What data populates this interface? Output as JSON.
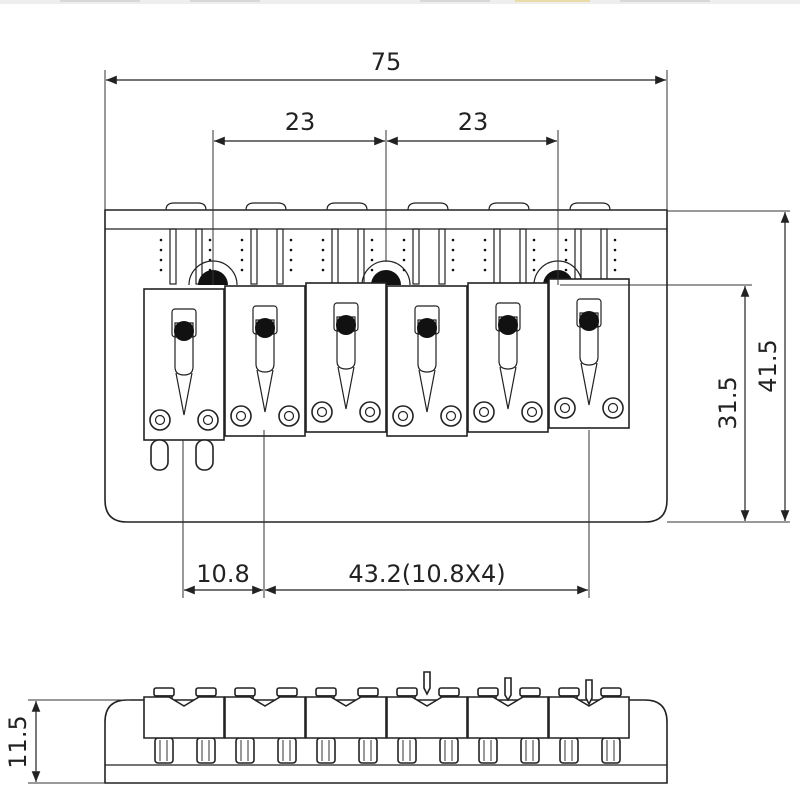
{
  "diagram": {
    "top_view": {
      "dimensions": {
        "overall_width": "75",
        "spacing_left": "23",
        "spacing_right": "23",
        "height_inner": "31.5",
        "height_outer": "41.5",
        "string_pitch": "10.8",
        "span_total": "43.2(10.8X4)"
      },
      "saddle_count": 6
    },
    "side_view": {
      "dimensions": {
        "height": "11.5"
      },
      "saddle_count": 6
    }
  }
}
